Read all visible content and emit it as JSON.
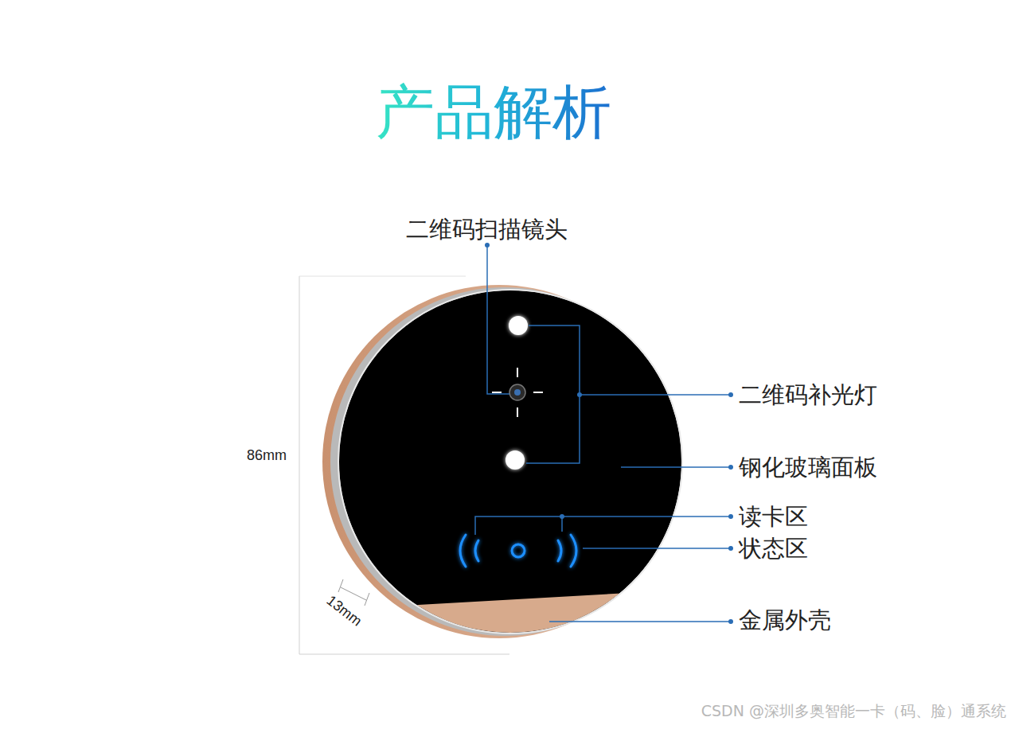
{
  "diagram": {
    "title": "产品解析",
    "labels": [
      "二维码扫描镜头",
      "二维码补光灯",
      "钢化玻璃面板",
      "读卡区",
      "状态区",
      "金属外壳",
      "86mm",
      "13mm",
      "CSDN @深圳多奥智能一卡（码、脸）通系统"
    ]
  }
}
